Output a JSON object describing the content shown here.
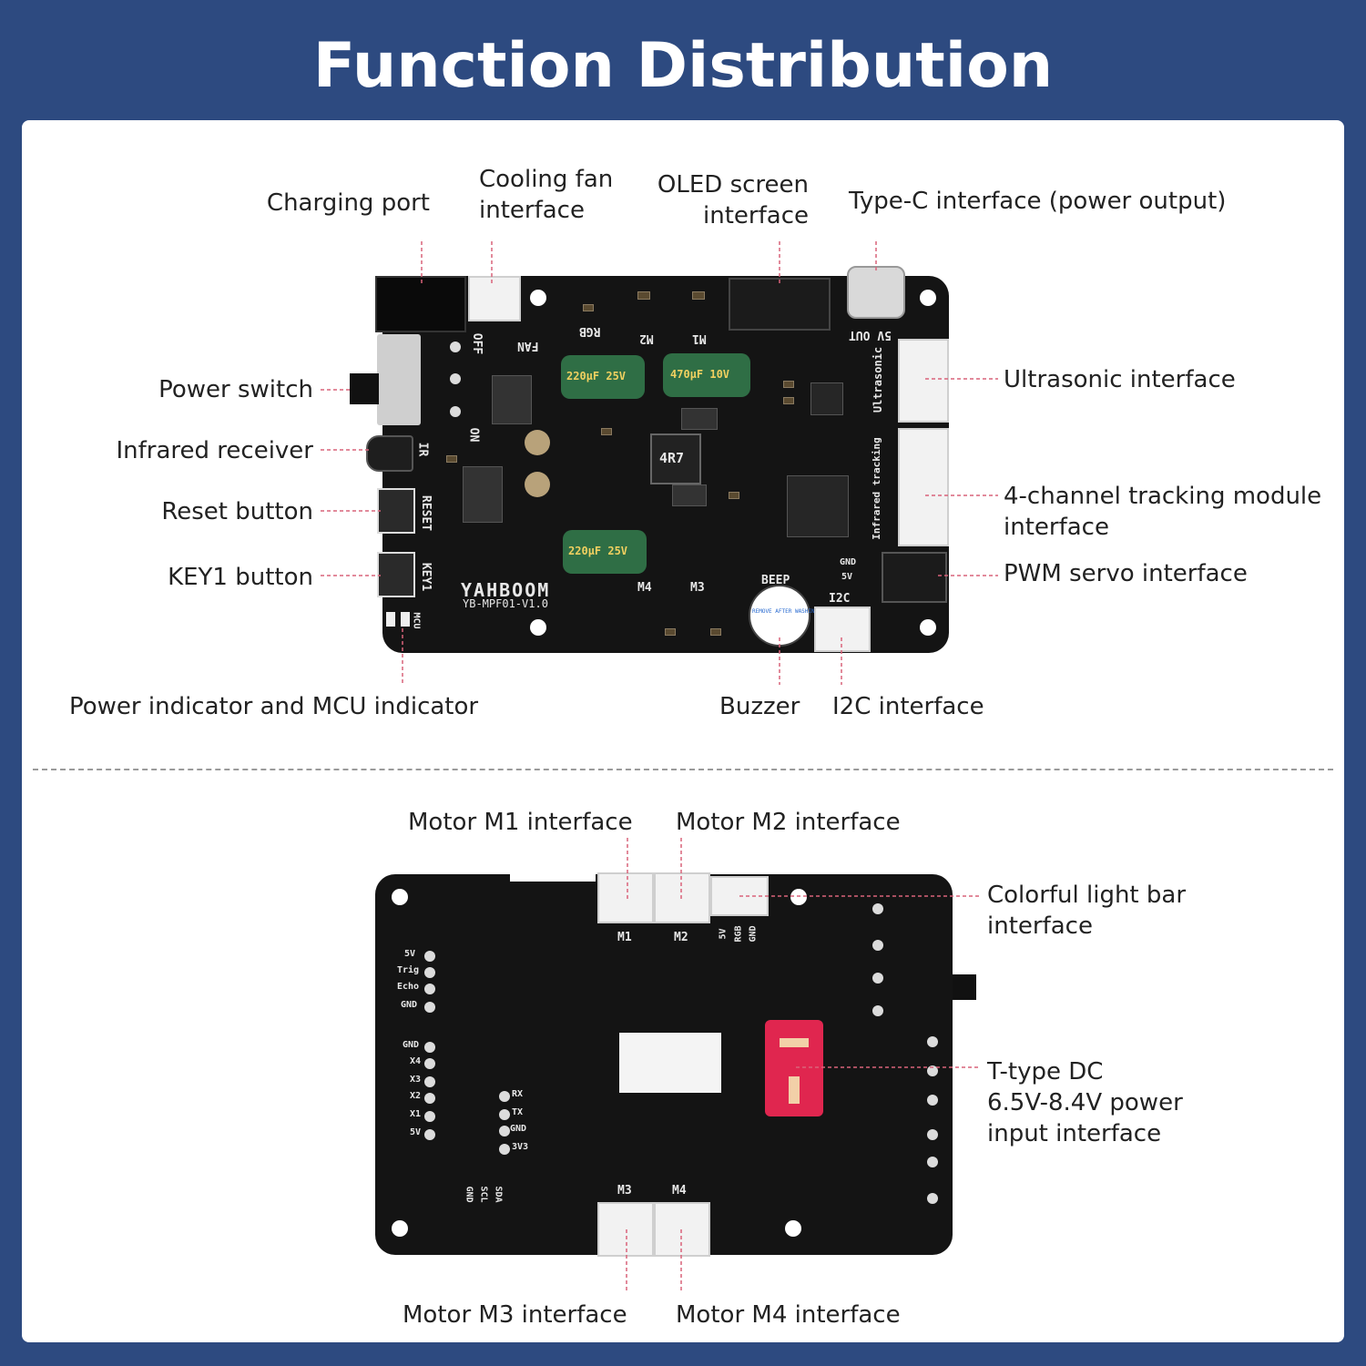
{
  "title": "Function Distribution",
  "top_labels": {
    "charging_port": "Charging port",
    "cooling_fan_1": "Cooling fan",
    "cooling_fan_2": "interface",
    "oled_1": "OLED screen",
    "oled_2": "interface",
    "type_c": "Type-C interface (power output)",
    "power_switch": "Power switch",
    "infrared_receiver": "Infrared receiver",
    "reset_button": "Reset button",
    "key1_button": "KEY1 button",
    "power_indicator": "Power indicator and MCU indicator",
    "buzzer": "Buzzer",
    "i2c": "I2C interface",
    "ultrasonic": "Ultrasonic interface",
    "tracking_1": "4-channel tracking module",
    "tracking_2": "interface",
    "pwm_servo": "PWM servo interface"
  },
  "bottom_labels": {
    "motor_m1": "Motor M1 interface",
    "motor_m2": "Motor M2 interface",
    "light_bar_1": "Colorful light bar",
    "light_bar_2": "interface",
    "t_type_1": "T-type DC",
    "t_type_2": "6.5V-8.4V power",
    "t_type_3": "input interface",
    "motor_m3": "Motor M3 interface",
    "motor_m4": "Motor M4 interface"
  },
  "silkscreen_top": {
    "off": "OFF",
    "on": "ON",
    "ir": "IR",
    "reset": "RESET",
    "key1": "KEY1",
    "fan": "FAN",
    "rgb": "RGB",
    "m1": "M1",
    "m2": "M2",
    "m3": "M3",
    "m4": "M4",
    "out5v": "5V OUT",
    "ultrasonic": "Ultrasonic",
    "infrared_tracking": "Infrared tracking",
    "i2c": "I2C",
    "beep": "BEEP",
    "brand": "YAHBOOM",
    "model": "YB-MPF01-V1.0",
    "gnd": "GND",
    "v5": "5V",
    "inductor": "4R7",
    "cap_220": "220µF 25V",
    "cap_470": "470µF 10V",
    "buzzer_sticker": "REMOVE AFTER WASHING",
    "mcu": "MCU"
  },
  "silkscreen_bottom": {
    "m1": "M1",
    "m2": "M2",
    "m3": "M3",
    "m4": "M4",
    "v5": "5V",
    "trig": "Trig",
    "echo": "Echo",
    "gnd": "GND",
    "x4": "X4",
    "x3": "X3",
    "x2": "X2",
    "x1": "X1",
    "rx": "RX",
    "tx": "TX",
    "v33": "3V3",
    "scl": "SCL",
    "sda": "SDA",
    "rgb": "RGB"
  },
  "colors": {
    "background": "#2d4a80",
    "panel": "#ffffff",
    "board": "#141414",
    "leader": "#d9637a",
    "t_connector": "#e0264f"
  }
}
